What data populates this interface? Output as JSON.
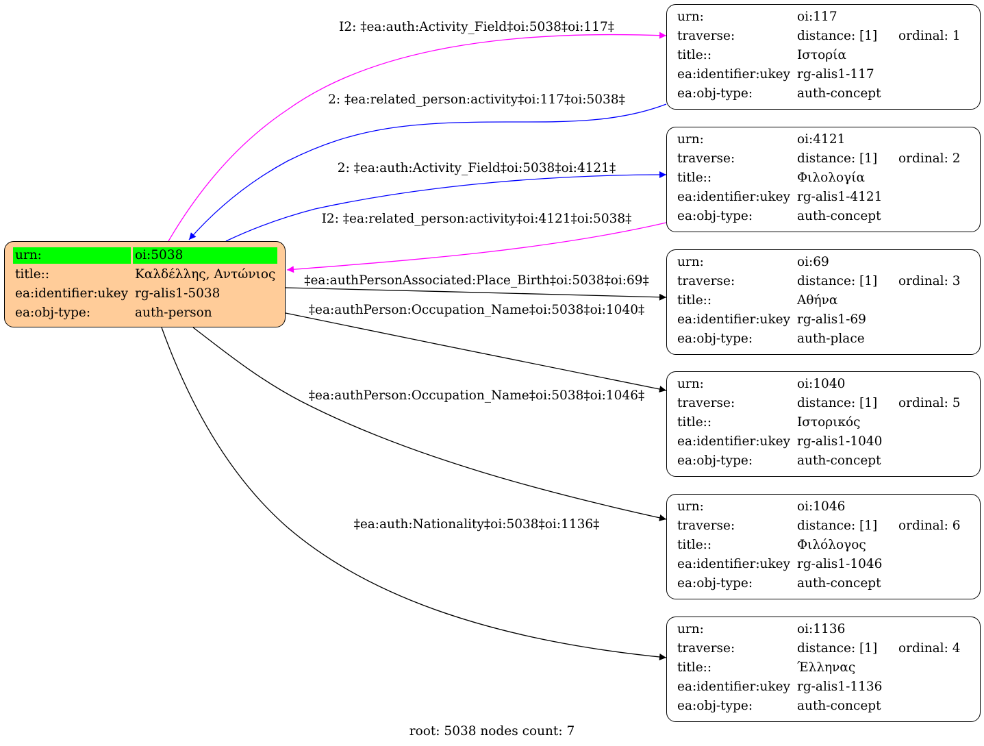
{
  "root_node": {
    "rows": [
      {
        "key": "urn:",
        "value": "oi:5038",
        "highlight": true
      },
      {
        "key": "title::",
        "value": "Καλδέλλης, Αντώνιος"
      },
      {
        "key": "ea:identifier:ukey",
        "value": "rg-alis1-5038"
      },
      {
        "key": "ea:obj-type:",
        "value": "auth-person"
      }
    ]
  },
  "nodes": [
    {
      "urn": "oi:117",
      "distance": "distance: [1]",
      "ordinal": "ordinal: 1",
      "title": "Ιστορία",
      "ukey": "rg-alis1-117",
      "objtype": "auth-concept"
    },
    {
      "urn": "oi:4121",
      "distance": "distance: [1]",
      "ordinal": "ordinal: 2",
      "title": "Φιλολογία",
      "ukey": "rg-alis1-4121",
      "objtype": "auth-concept"
    },
    {
      "urn": "oi:69",
      "distance": "distance: [1]",
      "ordinal": "ordinal: 3",
      "title": "Αθήνα",
      "ukey": "rg-alis1-69",
      "objtype": "auth-place"
    },
    {
      "urn": "oi:1040",
      "distance": "distance: [1]",
      "ordinal": "ordinal: 5",
      "title": "Ιστορικός",
      "ukey": "rg-alis1-1040",
      "objtype": "auth-concept"
    },
    {
      "urn": "oi:1046",
      "distance": "distance: [1]",
      "ordinal": "ordinal: 6",
      "title": "Φιλόλογος",
      "ukey": "rg-alis1-1046",
      "objtype": "auth-concept"
    },
    {
      "urn": "oi:1136",
      "distance": "distance: [1]",
      "ordinal": "ordinal: 4",
      "title": "Έλληνας",
      "ukey": "rg-alis1-1136",
      "objtype": "auth-concept"
    }
  ],
  "row_keys": {
    "urn": "urn:",
    "traverse": "traverse:",
    "title": "title::",
    "ukey": "ea:identifier:ukey",
    "objtype": "ea:obj-type:"
  },
  "edges": [
    {
      "label": "I2: ‡ea:auth:Activity_Field‡oi:5038‡oi:117‡",
      "color": "#ff00ff"
    },
    {
      "label": "2: ‡ea:related_person:activity‡oi:117‡oi:5038‡",
      "color": "#0000ff"
    },
    {
      "label": "2: ‡ea:auth:Activity_Field‡oi:5038‡oi:4121‡",
      "color": "#0000ff"
    },
    {
      "label": "I2: ‡ea:related_person:activity‡oi:4121‡oi:5038‡",
      "color": "#ff00ff"
    },
    {
      "label": "‡ea:authPersonAssociated:Place_Birth‡oi:5038‡oi:69‡",
      "color": "#000000"
    },
    {
      "label": "‡ea:authPerson:Occupation_Name‡oi:5038‡oi:1040‡",
      "color": "#000000"
    },
    {
      "label": "‡ea:authPerson:Occupation_Name‡oi:5038‡oi:1046‡",
      "color": "#000000"
    },
    {
      "label": "‡ea:auth:Nationality‡oi:5038‡oi:1136‡",
      "color": "#000000"
    }
  ],
  "colors": {
    "root_fill": "#ffcc99",
    "highlight": "#00ff00"
  },
  "footer": "root: 5038 nodes count: 7"
}
